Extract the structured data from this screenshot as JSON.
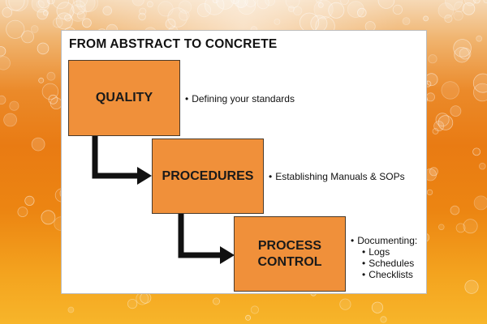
{
  "title": "FROM ABSTRACT TO CONCRETE",
  "steps": [
    {
      "label_lines": [
        "QUALITY"
      ],
      "note": "Defining your standards"
    },
    {
      "label_lines": [
        "PROCEDURES"
      ],
      "note": "Establishing Manuals & SOPs"
    },
    {
      "label_lines": [
        "PROCESS",
        "CONTROL"
      ],
      "note": "Documenting:",
      "subitems": [
        "Logs",
        "Schedules",
        "Checklists"
      ]
    }
  ],
  "colors": {
    "box_fill": "#f0903a",
    "arrow": "#111111",
    "card": "#ffffff"
  }
}
